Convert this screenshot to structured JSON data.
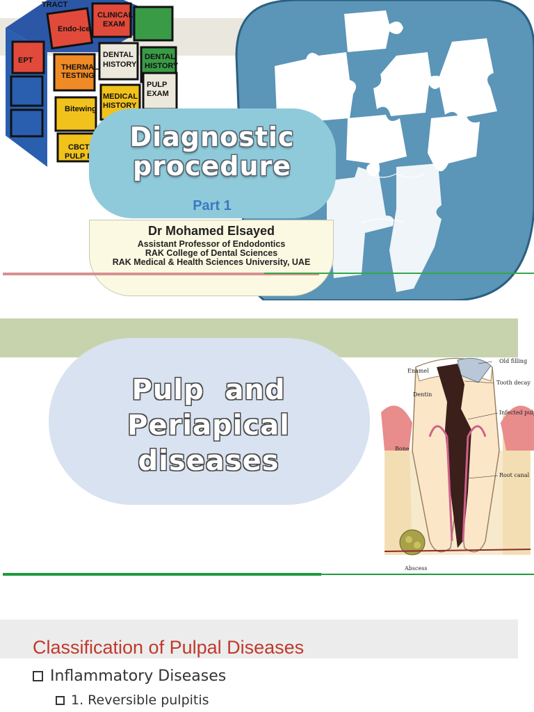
{
  "slide1": {
    "title_line1": "Diagnostic",
    "title_line2": "procedure",
    "part": "Part 1",
    "author_name": "Dr Mohamed Elsayed",
    "author_lines": [
      "Assistant Professor of Endodontics",
      "RAK College of Dental Sciences",
      "RAK Medical & Health Sciences University, UAE"
    ],
    "cube_labels": [
      "CLINICAL EXAM",
      "Endo-Ice",
      "THERMAL TESTING",
      "DENTAL HISTORY",
      "DENTAL HISTORY",
      "Bitewing",
      "MEDICAL HISTORY",
      "PULP EXAM",
      "CBCT",
      "PULP EXAM",
      "EPT",
      "TRACT"
    ],
    "colors": {
      "band": "#d9d4c4",
      "pill": "#8fcadb",
      "tooth": "#5b95b8",
      "part": "#3d78c2"
    }
  },
  "slide2": {
    "title_line1": "Pulp  and",
    "title_line2": "Periapical",
    "title_line3": "diseases",
    "diagram_labels": [
      "Enamel",
      "Old filling",
      "Tooth decay",
      "Dentin",
      "Infected pulp",
      "Bone",
      "Root canal",
      "Abscess"
    ]
  },
  "slide3": {
    "heading": "Classification of Pulpal Diseases",
    "bullet1": "Inflammatory Diseases",
    "bullet2": "1. Reversible pulpitis"
  }
}
